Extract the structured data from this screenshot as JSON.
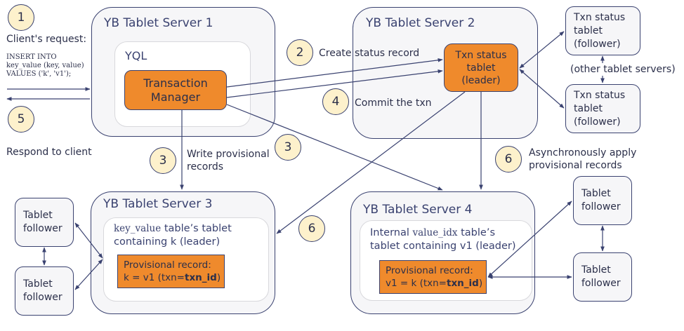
{
  "client": {
    "request_label": "Client's request:",
    "sql_lines": [
      "INSERT INTO",
      "key_value (key, value)",
      "VALUES ('k', 'v1');"
    ],
    "respond_label": "Respond to client"
  },
  "steps": {
    "s1": "1",
    "s2": "2",
    "s3a": "3",
    "s3b": "3",
    "s4": "4",
    "s5": "5",
    "s6a": "6",
    "s6b": "6"
  },
  "step_labels": {
    "create_status": "Create status record",
    "commit": "Commit the txn",
    "write_provisional_1": "Write provisional",
    "write_provisional_2": "records",
    "async_apply_1": "Asynchronously apply",
    "async_apply_2": "provisional records",
    "other_servers": "(other tablet servers)"
  },
  "servers": {
    "ts1": {
      "title": "YB Tablet Server 1",
      "inner_title": "YQL",
      "component_1": "Transaction",
      "component_2": "Manager"
    },
    "ts2": {
      "title": "YB Tablet Server 2",
      "component_1": "Txn status",
      "component_2": "tablet",
      "component_3": "(leader)"
    },
    "ts3": {
      "title": "YB Tablet Server 3",
      "inner_code": "key_value",
      "inner_title_rest": " table’s tablet",
      "inner_title_2": "containing k (leader)",
      "record_line_1": "Provisional record:",
      "record_line_2_prefix": "k = v1 (txn=",
      "record_line_2_bold": "txn_id",
      "record_line_2_suffix": ")"
    },
    "ts4": {
      "title": "YB Tablet Server 4",
      "inner_prefix": "Internal ",
      "inner_code": "value_idx",
      "inner_title_rest": " table’s",
      "inner_title_2": "tablet containing v1 (leader)",
      "record_line_1": "Provisional record:",
      "record_line_2_prefix": "v1 = k (txn=",
      "record_line_2_bold": "txn_id",
      "record_line_2_suffix": ")"
    }
  },
  "status_followers": [
    {
      "line_1": "Txn status",
      "line_2": "tablet",
      "line_3": "(follower)"
    },
    {
      "line_1": "Txn status",
      "line_2": "tablet",
      "line_3": "(follower)"
    }
  ],
  "ts3_followers": [
    {
      "line_1": "Tablet",
      "line_2": "follower"
    },
    {
      "line_1": "Tablet",
      "line_2": "follower"
    }
  ],
  "ts4_followers": [
    {
      "line_1": "Tablet",
      "line_2": "follower"
    },
    {
      "line_1": "Tablet",
      "line_2": "follower"
    }
  ],
  "colors": {
    "accent_orange": "#ef8a2c",
    "step_circle": "#fdf1cc",
    "line_navy": "#3a4270",
    "server_bg": "#f6f6f8"
  }
}
